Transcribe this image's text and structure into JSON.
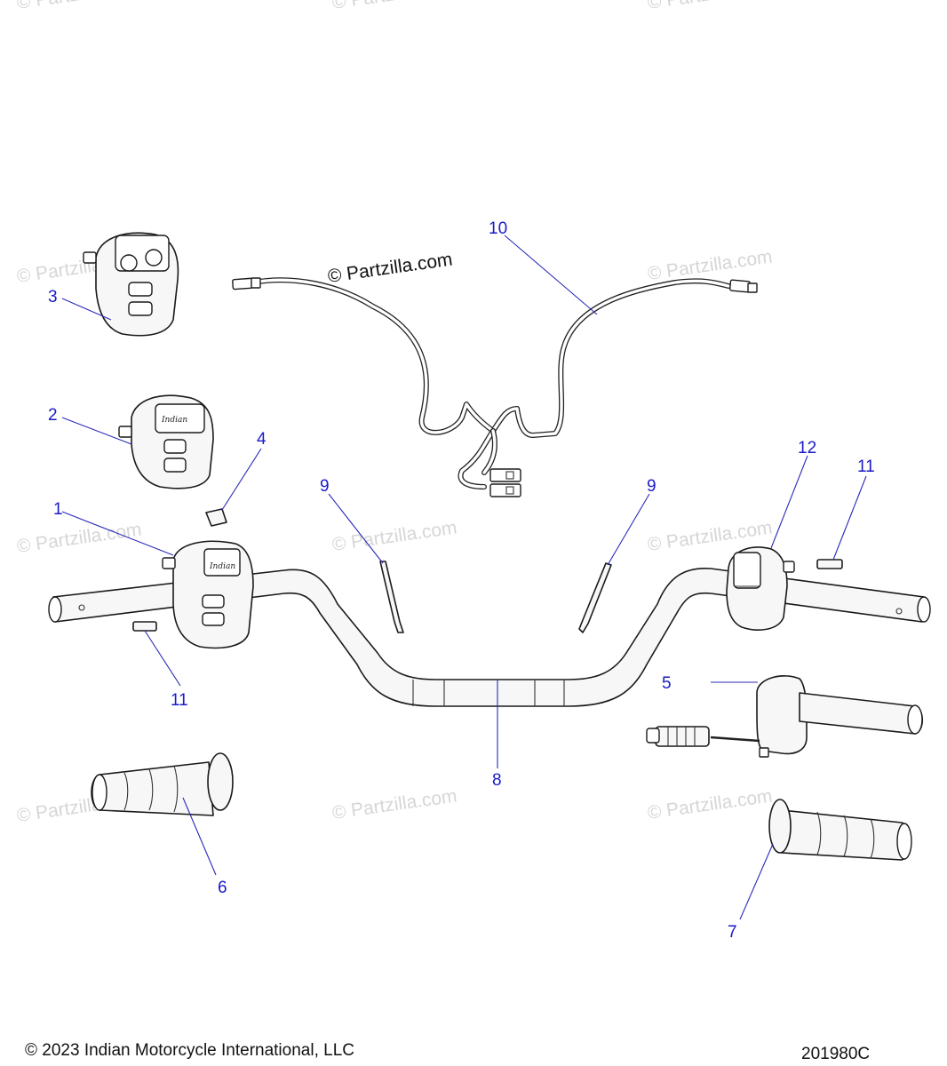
{
  "watermark": {
    "text": "© Partzilla.com",
    "main_text": "© Partzilla.com"
  },
  "callouts": {
    "c1": "1",
    "c2": "2",
    "c3": "3",
    "c4": "4",
    "c5": "5",
    "c6": "6",
    "c7": "7",
    "c8": "8",
    "c9a": "9",
    "c9b": "9",
    "c10": "10",
    "c11a": "11",
    "c11b": "11",
    "c12": "12"
  },
  "logo_script": "Indian",
  "footer": {
    "copyright": "© 2023 Indian Motorcycle International, LLC",
    "diagram_id": "201980C"
  },
  "colors": {
    "callout": "#1a1ac8",
    "leader": "#2a2ab8",
    "outline": "#1a1a1a",
    "watermark": "#d6d6d6"
  }
}
